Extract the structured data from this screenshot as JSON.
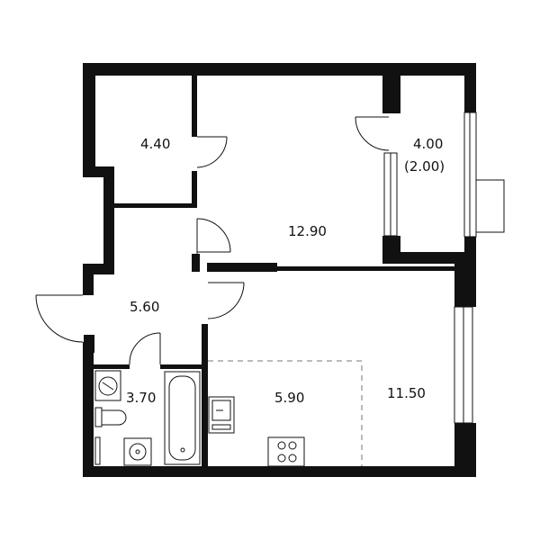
{
  "rooms": {
    "storage": {
      "area": "4.40"
    },
    "bedroom": {
      "area": "12.90"
    },
    "balcony": {
      "area": "4.00",
      "area_reduced": "(2.00)"
    },
    "hall": {
      "area": "5.60"
    },
    "bathroom": {
      "area": "3.70"
    },
    "kitchen": {
      "area": "5.90"
    },
    "living": {
      "area": "11.50"
    }
  },
  "colors": {
    "wall": "#111111",
    "background": "#ffffff"
  }
}
